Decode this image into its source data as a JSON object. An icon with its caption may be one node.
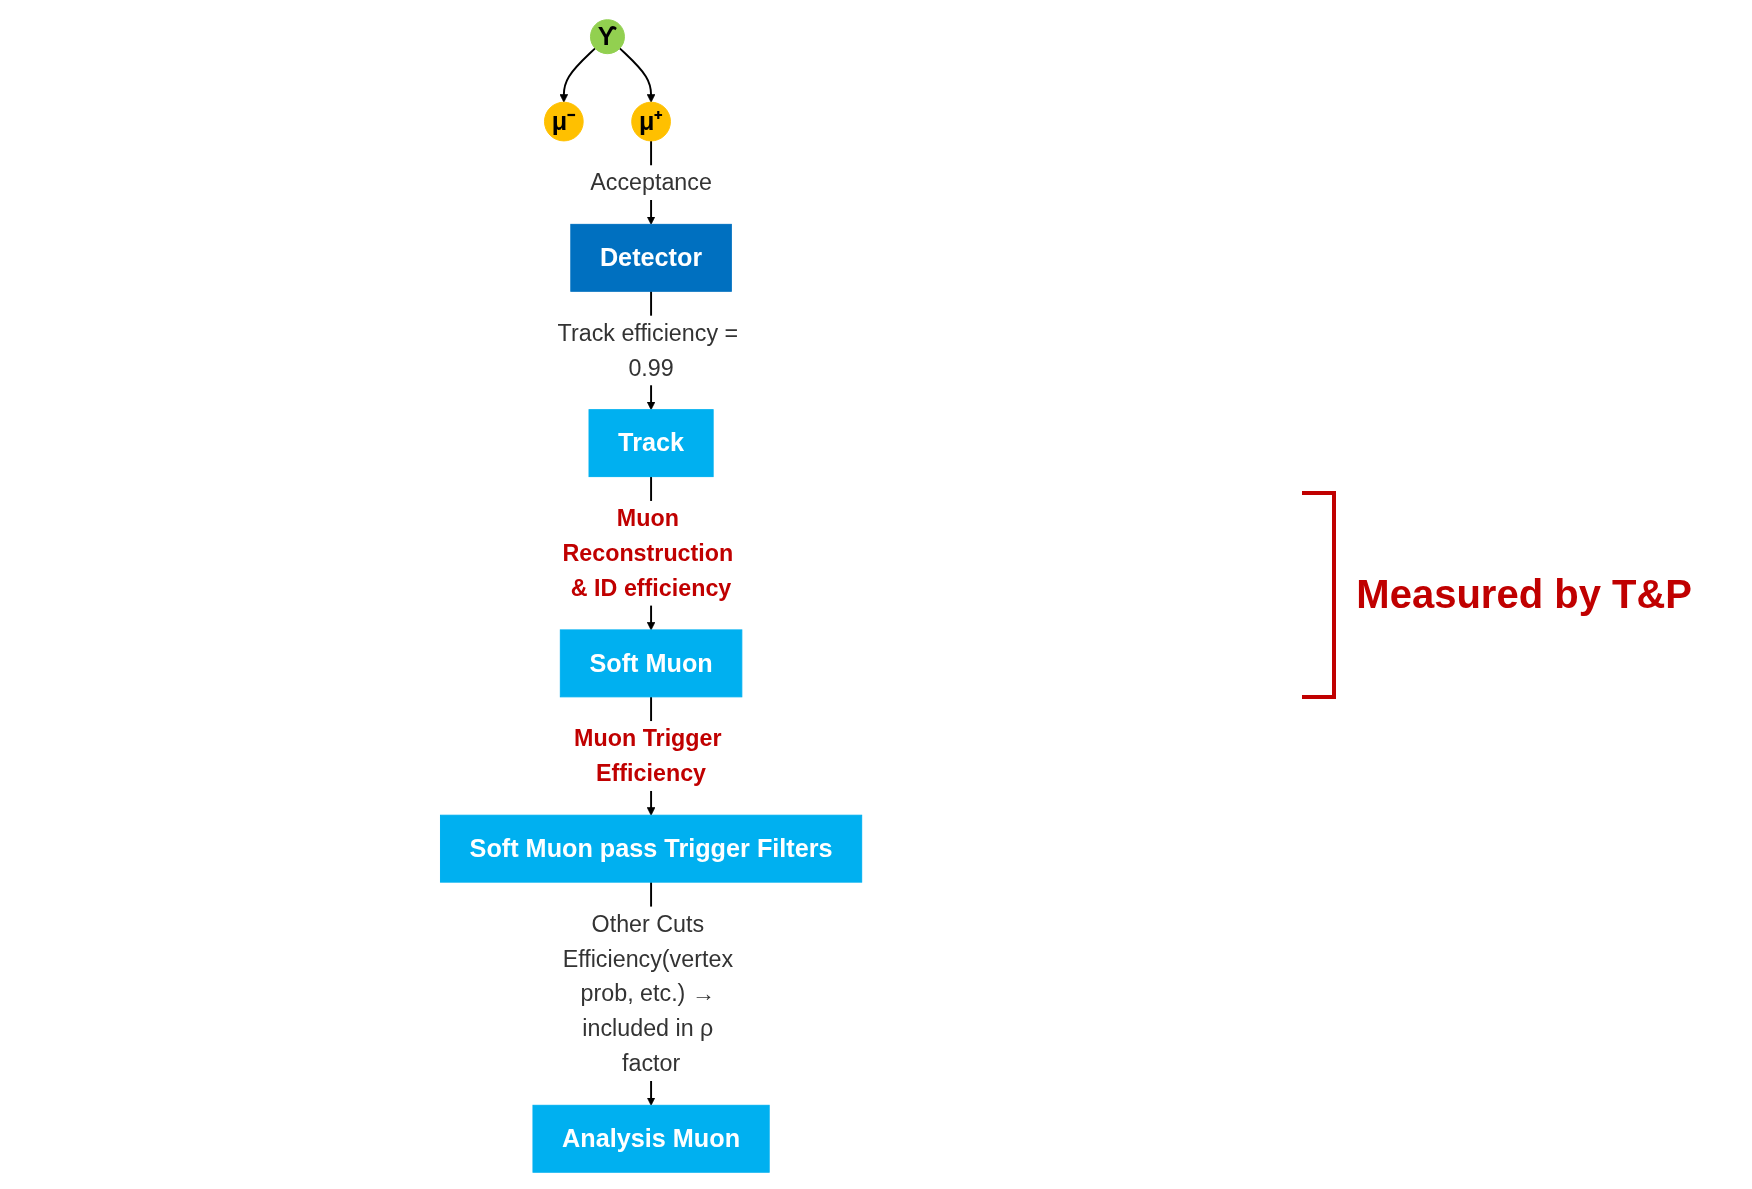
{
  "diagram": {
    "nodes": [
      {
        "text": [
          "ϒ"
        ]
      },
      {
        "text": [
          "μ⁻"
        ]
      },
      {
        "text": [
          "μ⁺"
        ]
      },
      {
        "text": [
          "Detector"
        ]
      },
      {
        "text": [
          "Track"
        ]
      },
      {
        "text": [
          "Soft Muon"
        ]
      },
      {
        "text": [
          "Soft Muon pass Trigger Filters"
        ]
      },
      {
        "text": [
          "Analysis Muon"
        ]
      }
    ],
    "edges": [
      {
        "from": 0,
        "to": 1,
        "arrow": "to"
      },
      {
        "from": 0,
        "to": 2,
        "arrow": "to"
      },
      {
        "from": 2,
        "to": 3,
        "arrow": "to",
        "label": "Acceptance"
      },
      {
        "from": 3,
        "to": 4,
        "arrow": "to",
        "label": "Track efficiency = 0.99"
      },
      {
        "from": 4,
        "to": 5,
        "arrow": "to",
        "label": "Muon Reconstruction & ID efficiency"
      },
      {
        "from": 5,
        "to": 6,
        "arrow": "to",
        "label": "Muon Trigger Efficiency"
      },
      {
        "from": 6,
        "to": 7,
        "arrow": "to",
        "label": "Other Cuts Efficiency(vertex prob, etc.) → included in ρ factor"
      }
    ],
    "labels": [
      "Measured by T&P"
    ]
  }
}
